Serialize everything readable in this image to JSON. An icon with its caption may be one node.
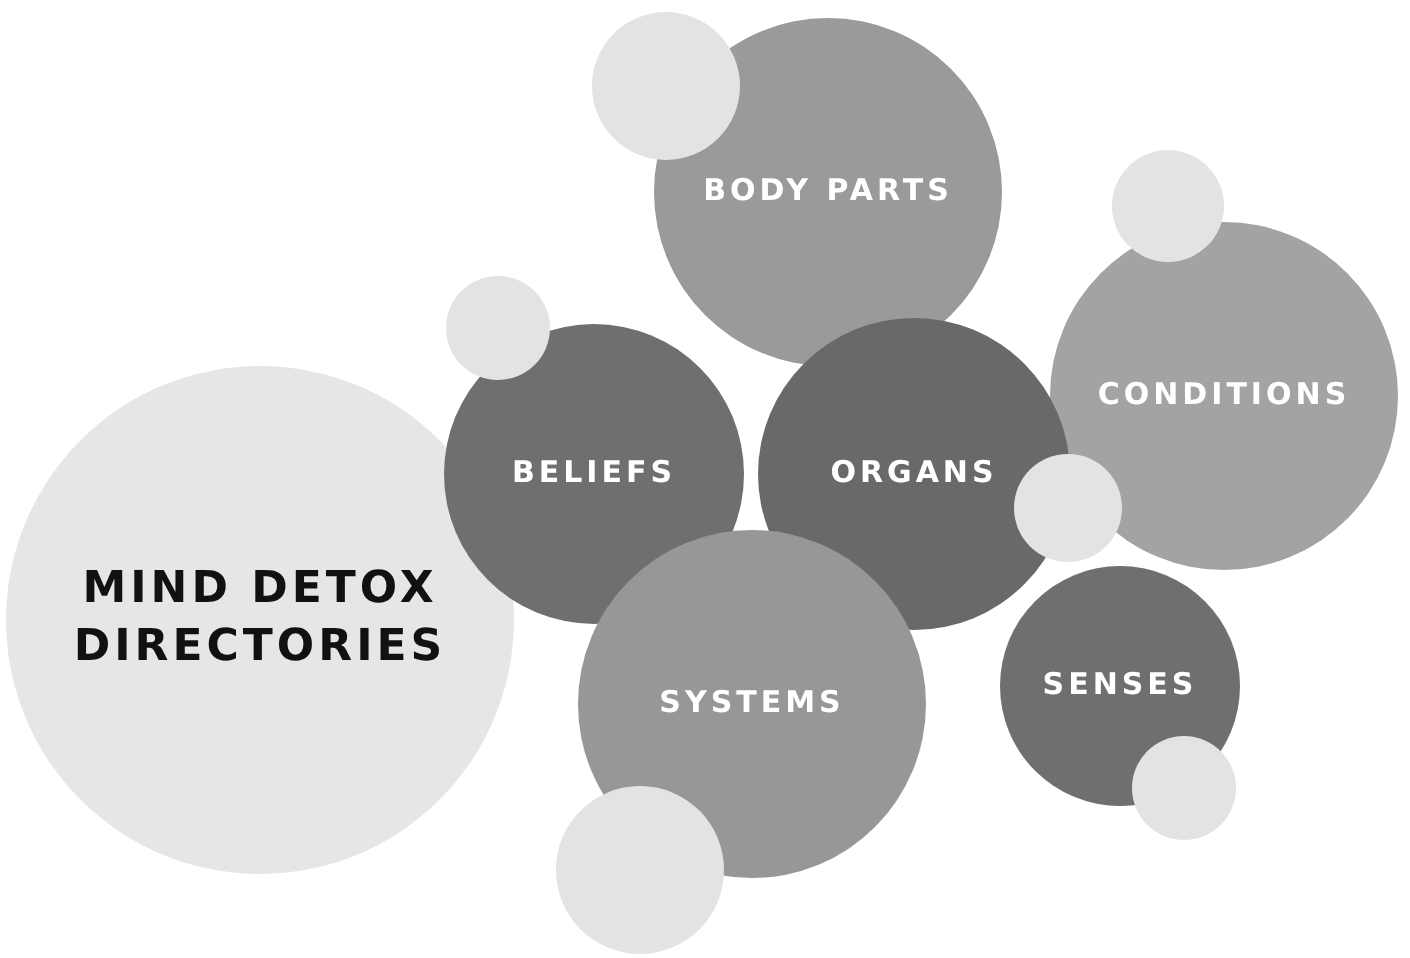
{
  "diagram": {
    "nodes": [
      {
        "text": [
          "MIND DETOX DIRECTORIES"
        ]
      },
      {
        "text": [],
        "shape": "circle"
      },
      {
        "text": [
          "BODY PARTS"
        ]
      },
      {
        "text": [],
        "shape": "circle"
      },
      {
        "text": [
          "BELIEFS"
        ]
      },
      {
        "text": [
          "ORGANS"
        ]
      },
      {
        "text": [],
        "shape": "circle"
      },
      {
        "text": [
          "CONDITIONS"
        ]
      },
      {
        "text": [],
        "shape": "circle"
      },
      {
        "text": [
          "SYSTEMS"
        ]
      },
      {
        "text": [
          "SENSES"
        ]
      },
      {
        "text": [],
        "shape": "circle"
      },
      {
        "text": [],
        "shape": "circle"
      }
    ]
  }
}
